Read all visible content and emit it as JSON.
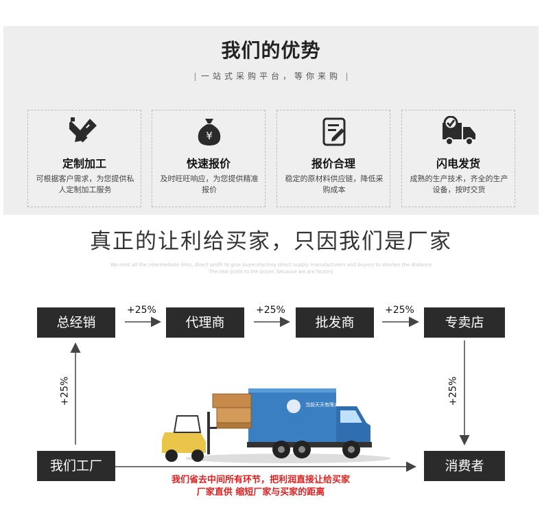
{
  "header": {
    "title": "我们的优势",
    "subtitle": "一站式采购平台，等你来购"
  },
  "advantages": [
    {
      "title": "定制加工",
      "desc": "可根据客户需求，为您提供私人定制加工服务",
      "icon": "pencil-ruler-icon"
    },
    {
      "title": "快速报价",
      "desc": "及时旺旺响应，为您提供精准报价",
      "icon": "money-bag-icon"
    },
    {
      "title": "报价合理",
      "desc": "稳定的原材料供应链，降低采购成本",
      "icon": "document-pen-icon"
    },
    {
      "title": "闪电发货",
      "desc": "成熟的生产技术，齐全的生产设备，按时交货",
      "icon": "delivery-truck-icon"
    }
  ],
  "headline": "真正的让利给买家，只因我们是厂家",
  "english_lines": [
    "We omit all the intermediate links, direct profit to give buyersFactory direct supply manufacturers and buyers to shorten the distance",
    "The real profit to the buyer, because we are factory"
  ],
  "flow": {
    "nodes": {
      "distributor": "总经销",
      "agent": "代理商",
      "wholesaler": "批发商",
      "store": "专卖店",
      "factory": "我们工厂",
      "consumer": "消费者"
    },
    "markup": "+25%",
    "note_line1": "我们省去中间所有环节，把利润直接让给买家",
    "note_line2": "厂家直供 缩短厂家与买家的距离",
    "truck_text": "当前天天有限公司"
  },
  "colors": {
    "node_bg": "#2b2b2b",
    "note_red": "#e02020",
    "truck_blue": "#3a7fc1"
  }
}
